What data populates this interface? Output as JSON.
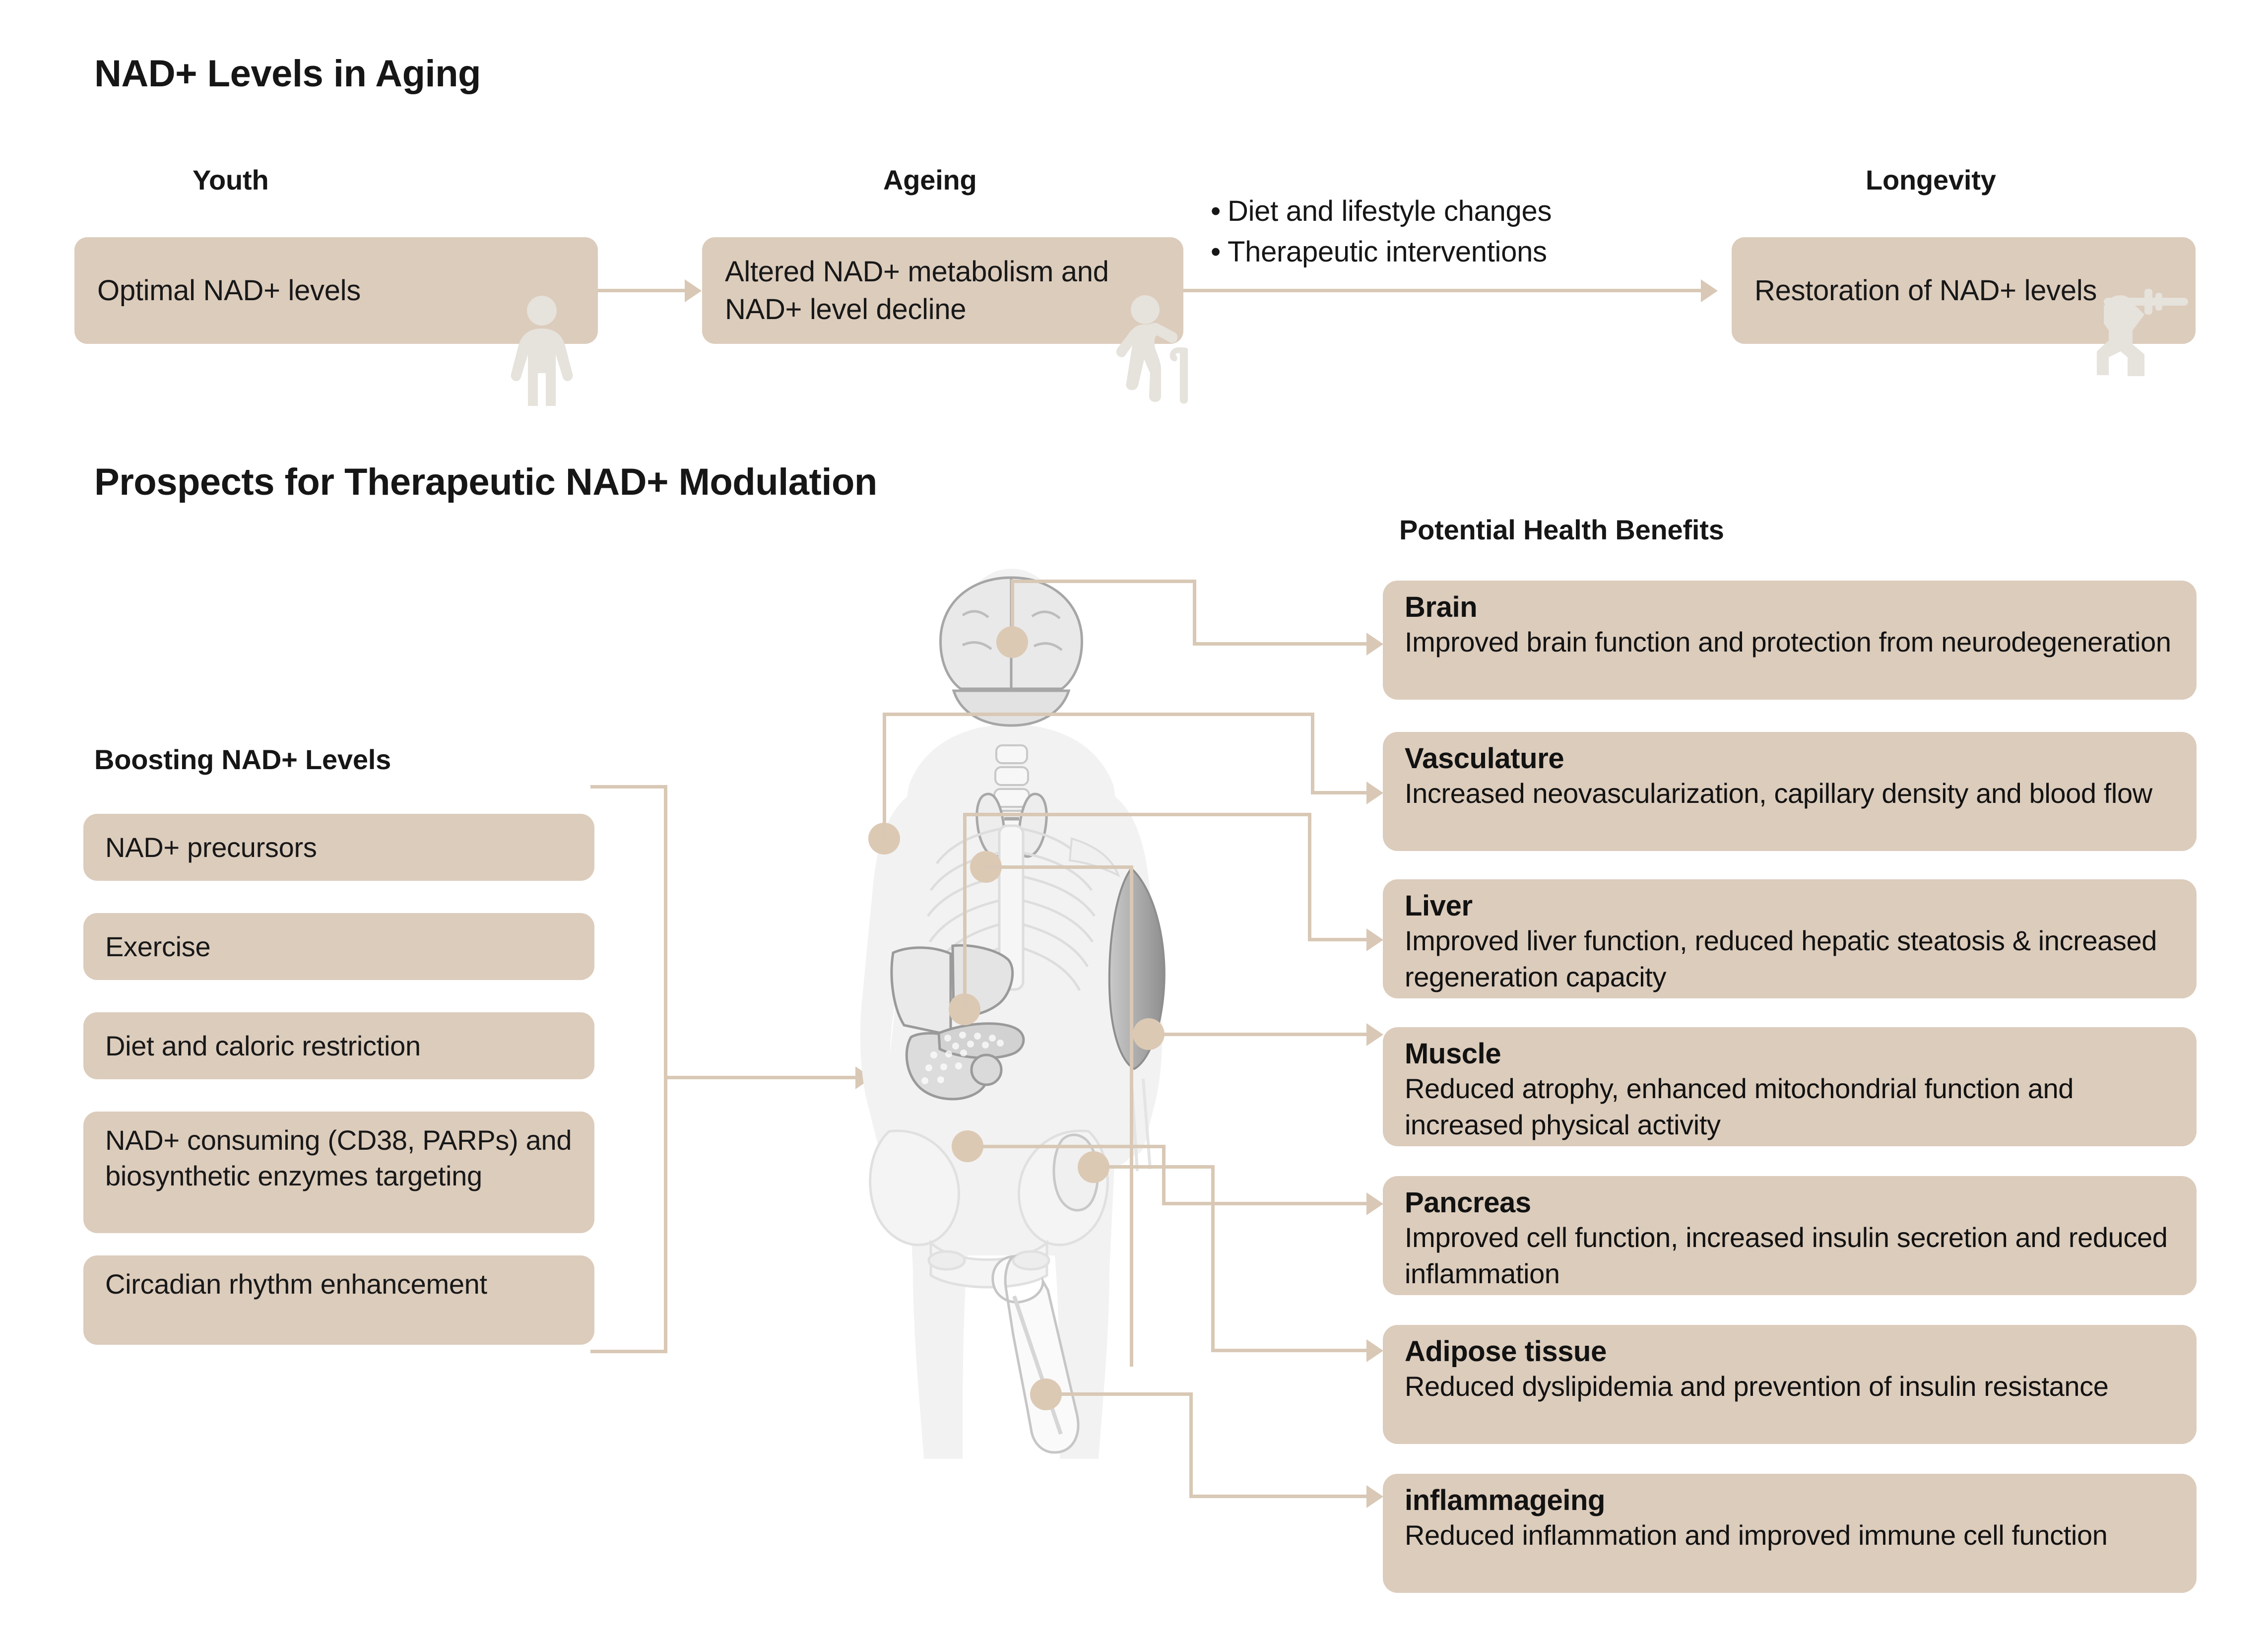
{
  "sections": {
    "top_title": "NAD+ Levels in Aging",
    "bottom_title": "Prospects for Therapeutic NAD+ Modulation"
  },
  "aging_flow": {
    "stages": [
      {
        "label": "Youth",
        "text": "Optimal NAD+  levels",
        "icon": "person-standing-icon"
      },
      {
        "label": "Ageing",
        "text": "Altered NAD+ metabolism and NAD+ level decline",
        "icon": "person-elderly-cane-icon"
      },
      {
        "label": "Longevity",
        "text": "Restoration of NAD+ levels",
        "icon": "person-weightlifter-icon"
      }
    ],
    "interventions": [
      "Diet and lifestyle changes",
      "Therapeutic interventions"
    ]
  },
  "boosting": {
    "heading": "Boosting NAD+ Levels",
    "items": [
      "NAD+ precursors",
      "Exercise",
      "Diet and caloric restriction",
      "NAD+ consuming (CD38, PARPs) and biosynthetic enzymes targeting",
      "Circadian rhythm enhancement"
    ]
  },
  "benefits": {
    "heading": "Potential Health Benefits",
    "items": [
      {
        "organ": "Brain",
        "desc": "Improved brain function and protection from neurodegeneration"
      },
      {
        "organ": "Vasculature",
        "desc": "Increased neovascularization, capillary density and blood flow"
      },
      {
        "organ": "Liver",
        "desc": "Improved liver function, reduced hepatic steatosis & increased regeneration capacity"
      },
      {
        "organ": "Muscle",
        "desc": "Reduced atrophy, enhanced mitochondrial function and increased physical activity"
      },
      {
        "organ": "Pancreas",
        "desc": "Improved cell function, increased insulin secretion and reduced inflammation"
      },
      {
        "organ": "Adipose tissue",
        "desc": "Reduced dyslipidemia and prevention of insulin resistance"
      },
      {
        "organ": "inflammageing",
        "desc": "Reduced inflammation and improved immune cell function"
      }
    ]
  },
  "anatomy": {
    "markers": [
      "brain-marker",
      "vasculature-marker",
      "thyroid-marker",
      "liver-marker",
      "muscle-marker",
      "pancreas-marker",
      "adipose-marker",
      "bone-marrow-marker"
    ]
  },
  "colors": {
    "chip_fill": "#DCCCBC",
    "connector": "#D8C8B5",
    "marker": "#DCC9B4",
    "text": "#161616",
    "background": "#FFFFFF"
  }
}
